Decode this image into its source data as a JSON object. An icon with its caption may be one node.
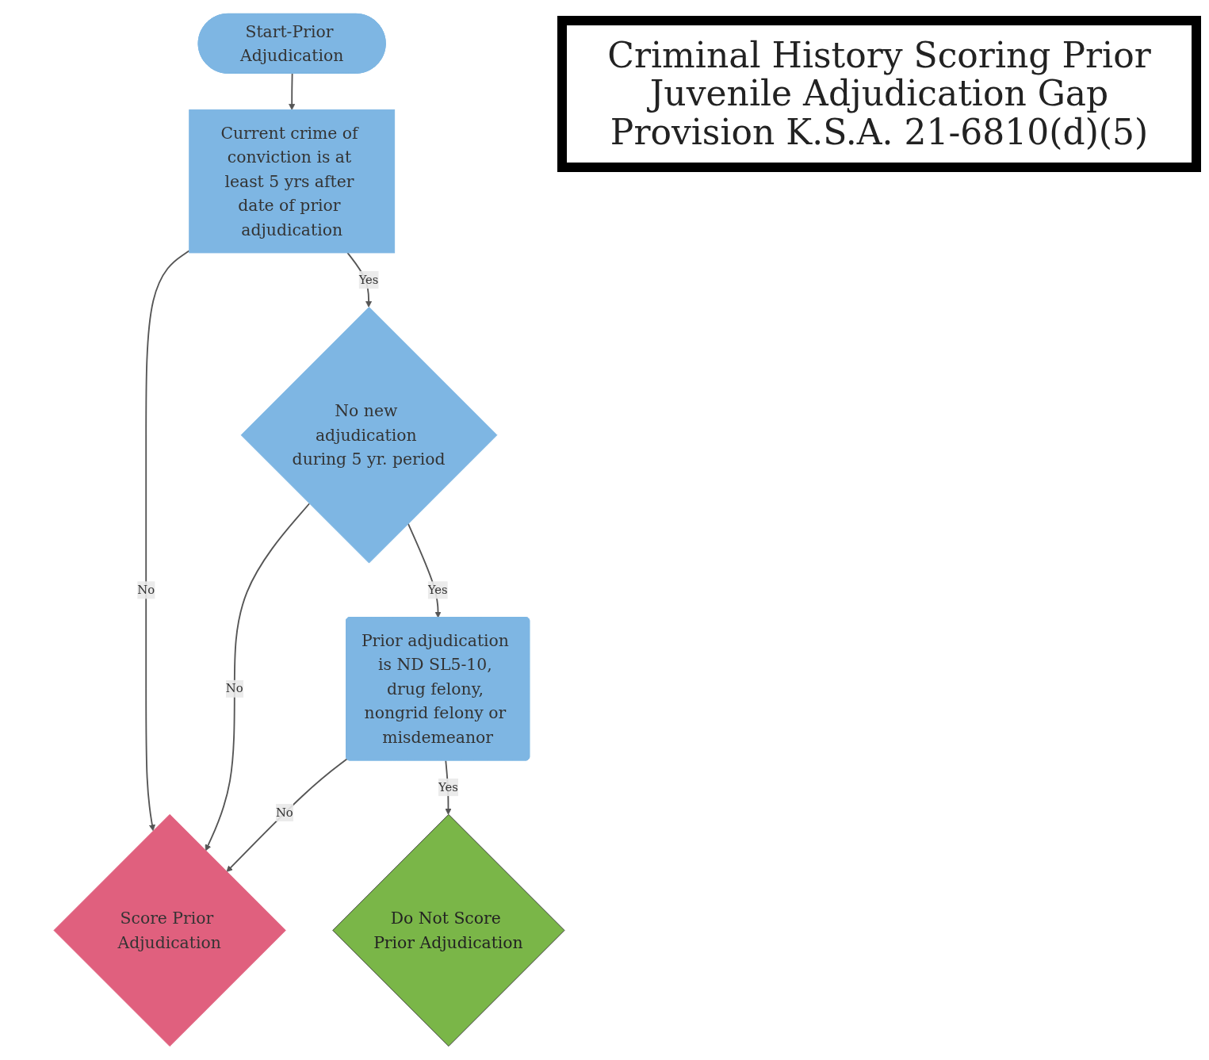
{
  "diagram": {
    "title": "Criminal History Scoring Prior Juvenile Adjudication Gap Provision K.S.A. 21-6810(d)(5)",
    "nodes": [
      {
        "text": [
          "Start-Prior Adjudication"
        ]
      },
      {
        "text": [
          "Current crime of conviction is at least 5 yrs after date of prior adjudication"
        ]
      },
      {
        "text": [
          "No new adjudication during 5 yr. period"
        ]
      },
      {
        "text": [
          "Prior adjudication is ND SL5-10, drug felony, nongrid felony or misdemeanor"
        ]
      },
      {
        "text": [
          "Score Prior Adjudication"
        ]
      },
      {
        "text": [
          "Do Not Score Prior Adjudication"
        ]
      }
    ],
    "edges": [
      {
        "from": 0,
        "to": 1,
        "arrow": "to"
      },
      {
        "from": 1,
        "to": 4,
        "label": "No",
        "arrow": "to"
      },
      {
        "from": 1,
        "to": 2,
        "label": "Yes",
        "arrow": "to"
      },
      {
        "from": 2,
        "to": 4,
        "label": "No",
        "arrow": "to"
      },
      {
        "from": 2,
        "to": 3,
        "label": "Yes",
        "arrow": "to"
      },
      {
        "from": 3,
        "to": 4,
        "label": "No",
        "arrow": "to"
      },
      {
        "from": 3,
        "to": 5,
        "label": "Yes",
        "arrow": "to"
      }
    ]
  }
}
